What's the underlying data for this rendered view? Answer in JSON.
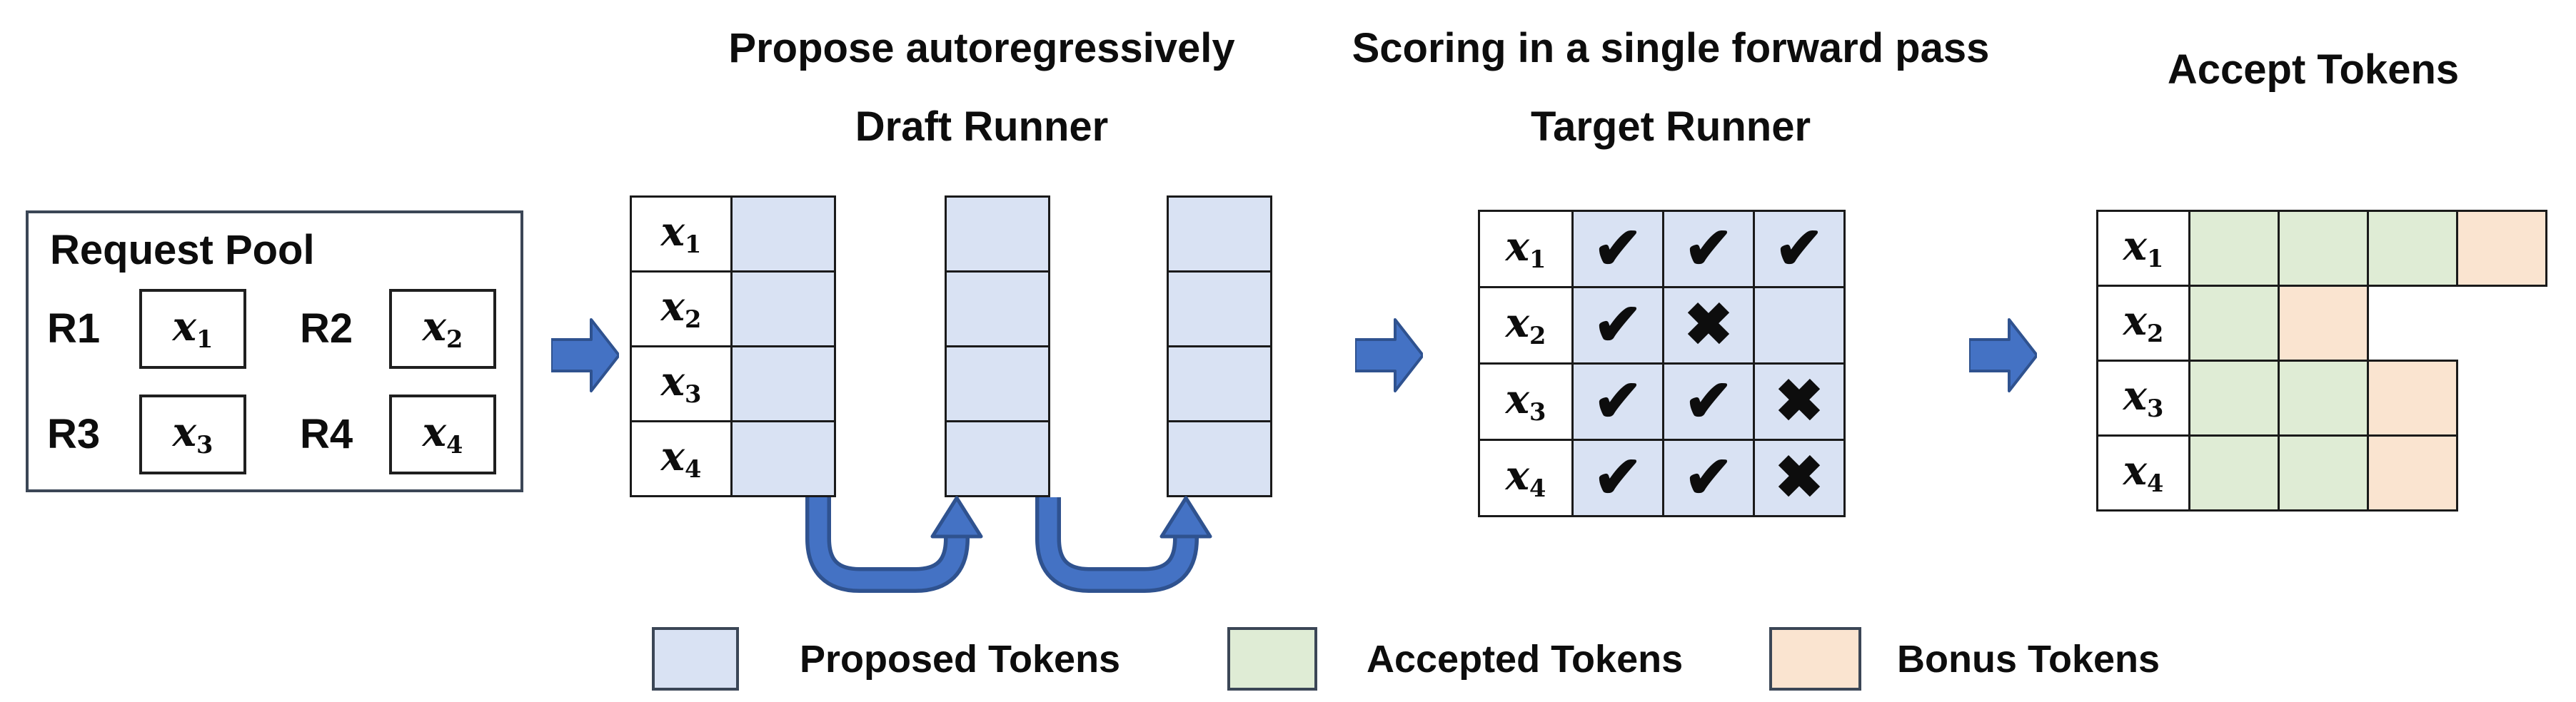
{
  "stages": {
    "draft": {
      "caption": "Propose autoregressively",
      "title": "Draft Runner"
    },
    "target": {
      "caption": "Scoring in a single forward pass",
      "title": "Target Runner"
    },
    "accept": {
      "title": "Accept Tokens"
    }
  },
  "request_pool": {
    "title": "Request Pool",
    "requests": [
      {
        "id": "R1",
        "token_base": "x",
        "token_sub": "1"
      },
      {
        "id": "R2",
        "token_base": "x",
        "token_sub": "2"
      },
      {
        "id": "R3",
        "token_base": "x",
        "token_sub": "3"
      },
      {
        "id": "R4",
        "token_base": "x",
        "token_sub": "4"
      }
    ]
  },
  "draft_runner": {
    "row_labels": [
      {
        "base": "x",
        "sub": "1"
      },
      {
        "base": "x",
        "sub": "2"
      },
      {
        "base": "x",
        "sub": "3"
      },
      {
        "base": "x",
        "sub": "4"
      }
    ],
    "autoregressive_steps": 3,
    "cells_per_column": 4
  },
  "target_runner": {
    "rows": [
      {
        "label": {
          "base": "x",
          "sub": "1"
        },
        "marks": [
          "✔",
          "✔",
          "✔"
        ]
      },
      {
        "label": {
          "base": "x",
          "sub": "2"
        },
        "marks": [
          "✔",
          "✖",
          ""
        ]
      },
      {
        "label": {
          "base": "x",
          "sub": "3"
        },
        "marks": [
          "✔",
          "✔",
          "✖"
        ]
      },
      {
        "label": {
          "base": "x",
          "sub": "4"
        },
        "marks": [
          "✔",
          "✔",
          "✖"
        ]
      }
    ]
  },
  "accept_tokens": {
    "rows": [
      {
        "label": {
          "base": "x",
          "sub": "1"
        },
        "cells": [
          "accepted",
          "accepted",
          "accepted",
          "bonus"
        ]
      },
      {
        "label": {
          "base": "x",
          "sub": "2"
        },
        "cells": [
          "accepted",
          "bonus"
        ]
      },
      {
        "label": {
          "base": "x",
          "sub": "3"
        },
        "cells": [
          "accepted",
          "accepted",
          "bonus"
        ]
      },
      {
        "label": {
          "base": "x",
          "sub": "4"
        },
        "cells": [
          "accepted",
          "accepted",
          "bonus"
        ]
      }
    ]
  },
  "legend": {
    "items": [
      {
        "label": "Proposed Tokens",
        "state": "proposed",
        "color": "#D9E2F3"
      },
      {
        "label": "Accepted Tokens",
        "state": "accepted",
        "color": "#DFECD5"
      },
      {
        "label": "Bonus Tokens",
        "state": "bonus",
        "color": "#FAE4D0"
      }
    ]
  },
  "colors": {
    "proposed_cell": "#D9E2F3",
    "accepted_cell": "#DFECD5",
    "bonus_cell": "#FAE4D0",
    "arrow_fill": "#4472C4",
    "arrow_outline": "#2F528F",
    "grid_line": "#1A1A1A"
  },
  "symbols": {
    "check": "✔",
    "cross": "✖"
  }
}
